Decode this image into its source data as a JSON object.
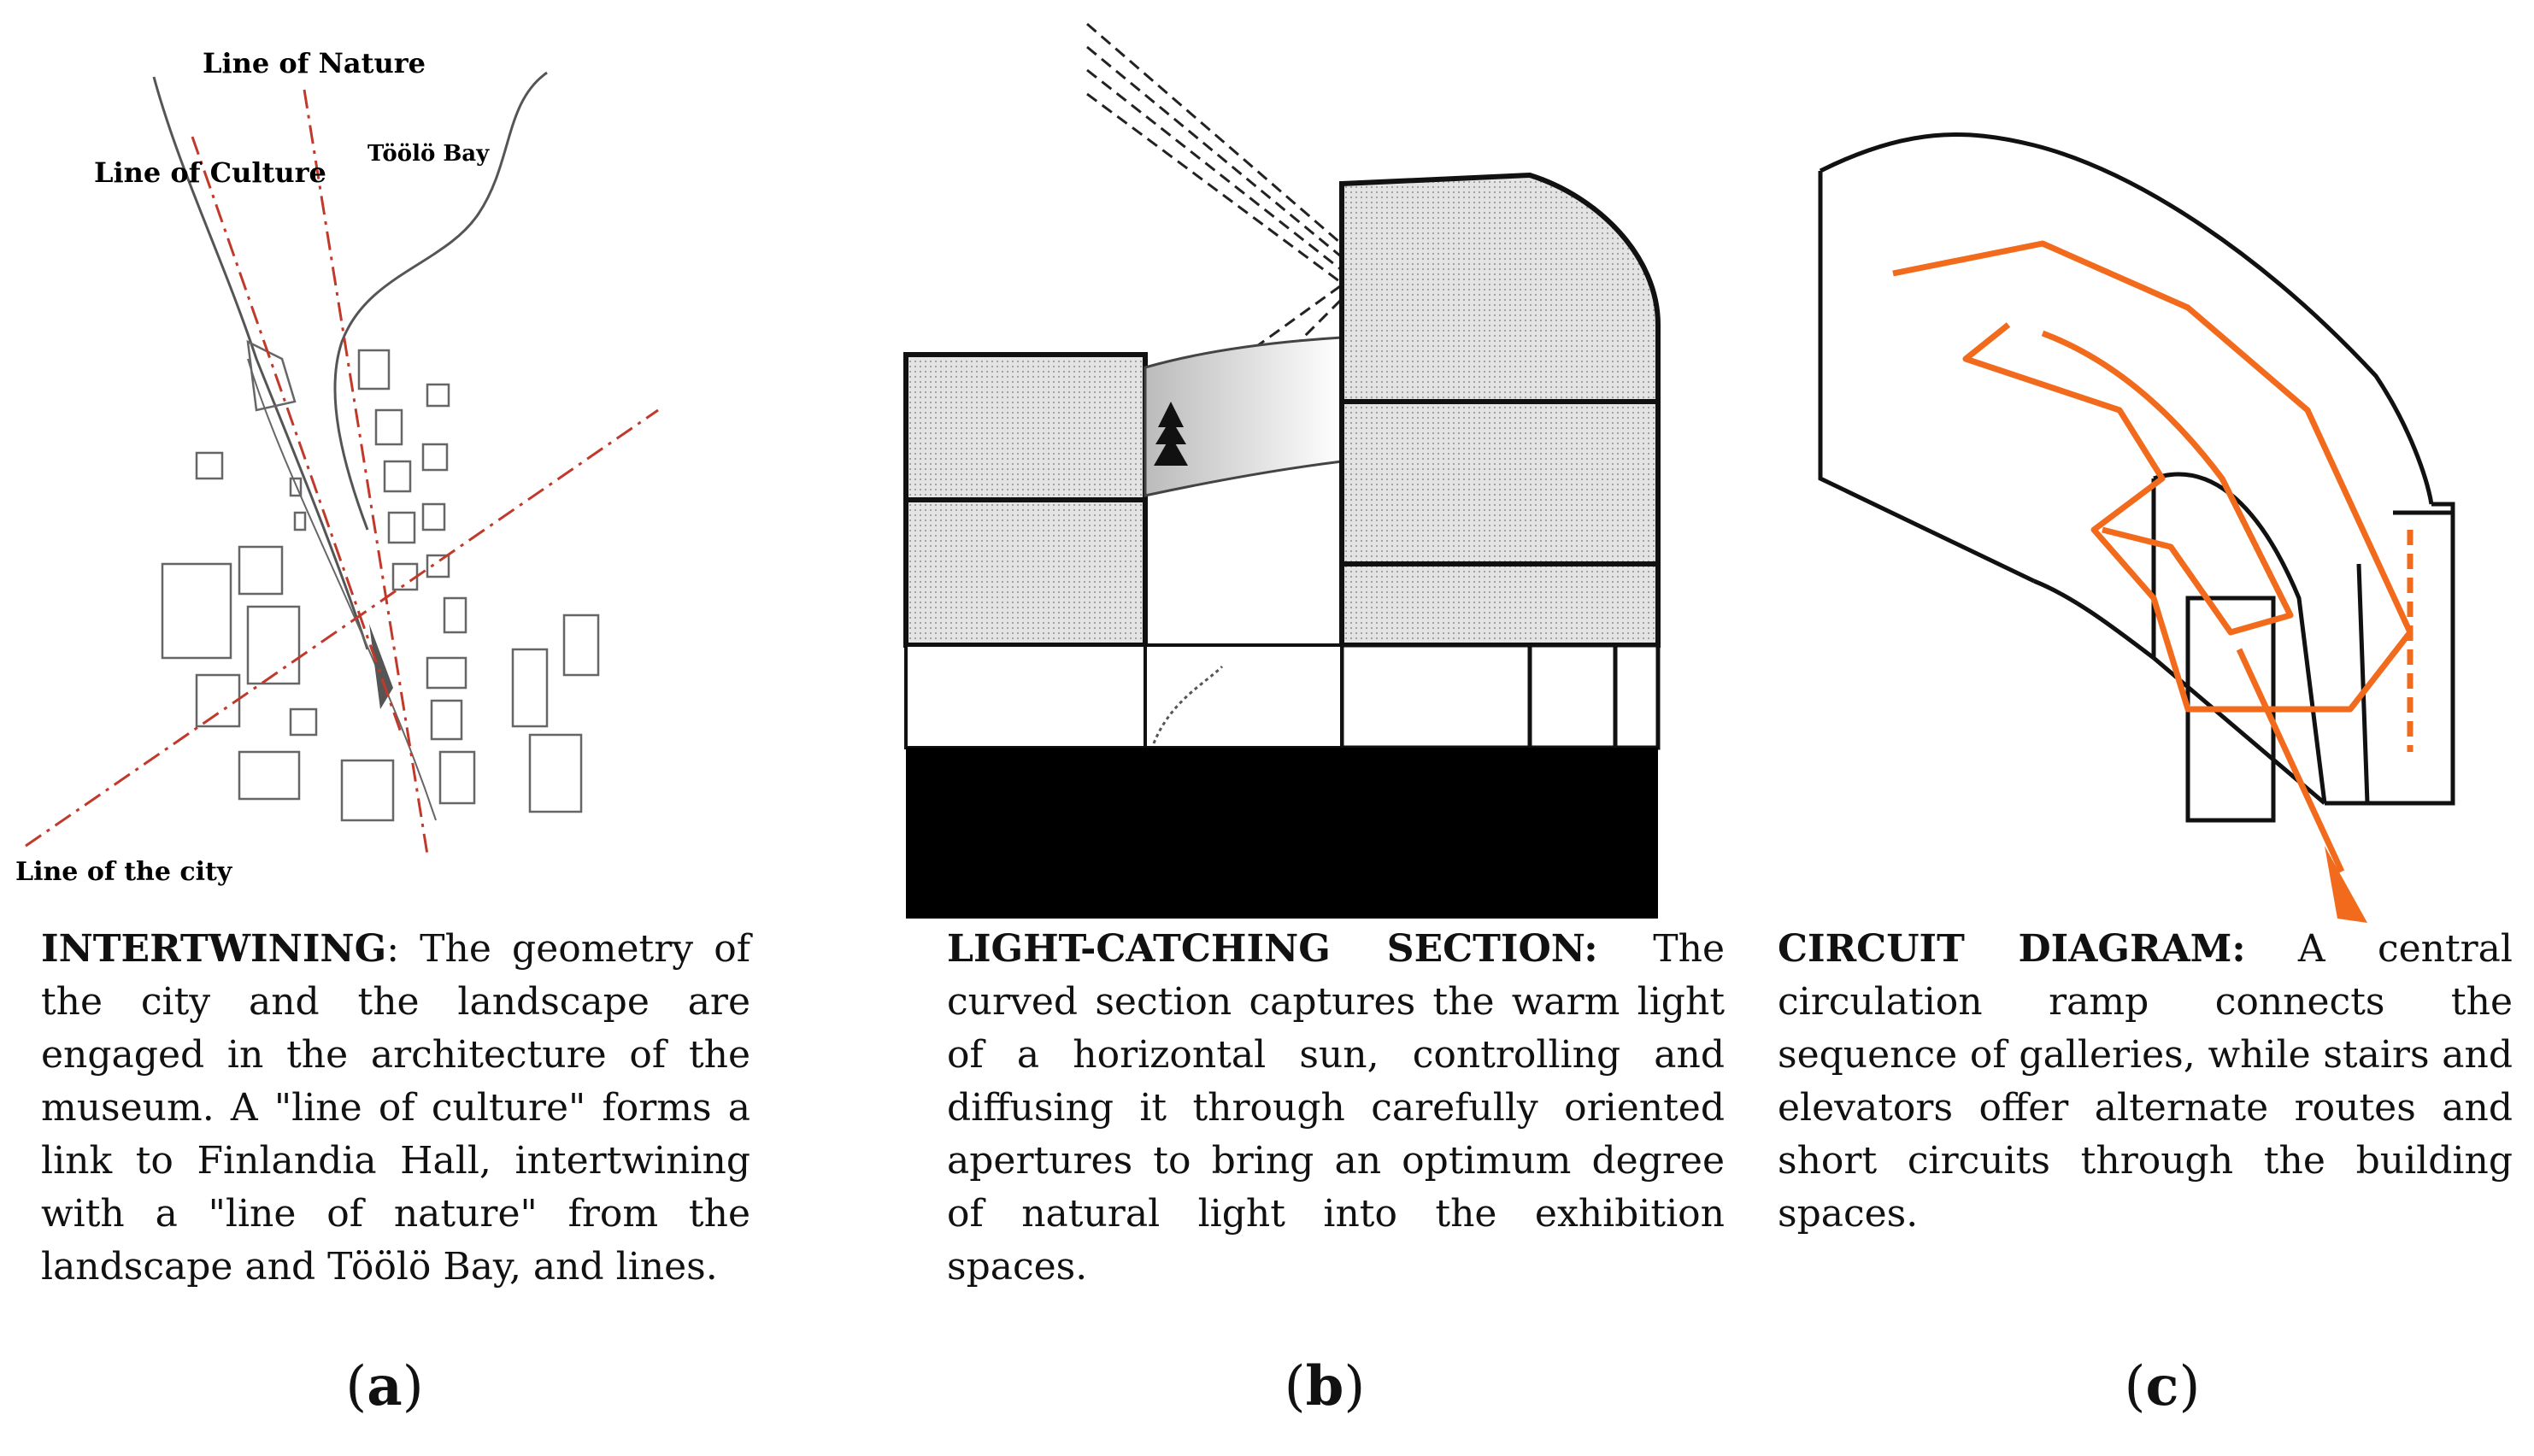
{
  "panels": [
    {
      "id": "a",
      "labels": {
        "nature": "Line of Nature",
        "culture": "Line of Culture",
        "bay": "Töölö Bay",
        "city": "Line of the city"
      },
      "caption_title": "INTERTWINING",
      "caption_body": ": The geometry of the city and the landscape are engaged in the architecture of the museum. A \"line of culture\" forms a link to Finlandia Hall, intertwining with a \"line of nature\" from the landscape and Töölö Bay, and lines.",
      "sublabel": "a"
    },
    {
      "id": "b",
      "caption_title": "LIGHT-CATCHING SECTION:",
      "caption_body": " The curved section captures the warm light of a horizontal sun, controlling and diffusing it through carefully oriented apertures to bring an optimum degree of natural light into the exhibition spaces.",
      "sublabel": "b"
    },
    {
      "id": "c",
      "caption_title": "CIRCUIT DIAGRAM:",
      "caption_body": " A central circulation ramp connects the sequence of galleries, while stairs and elevators offer alternate routes and short circuits through the building spaces.",
      "sublabel": "c"
    }
  ],
  "colors": {
    "culture_line": "#c0392b",
    "circuit_orange": "#f26a1b",
    "ink": "#111111"
  }
}
